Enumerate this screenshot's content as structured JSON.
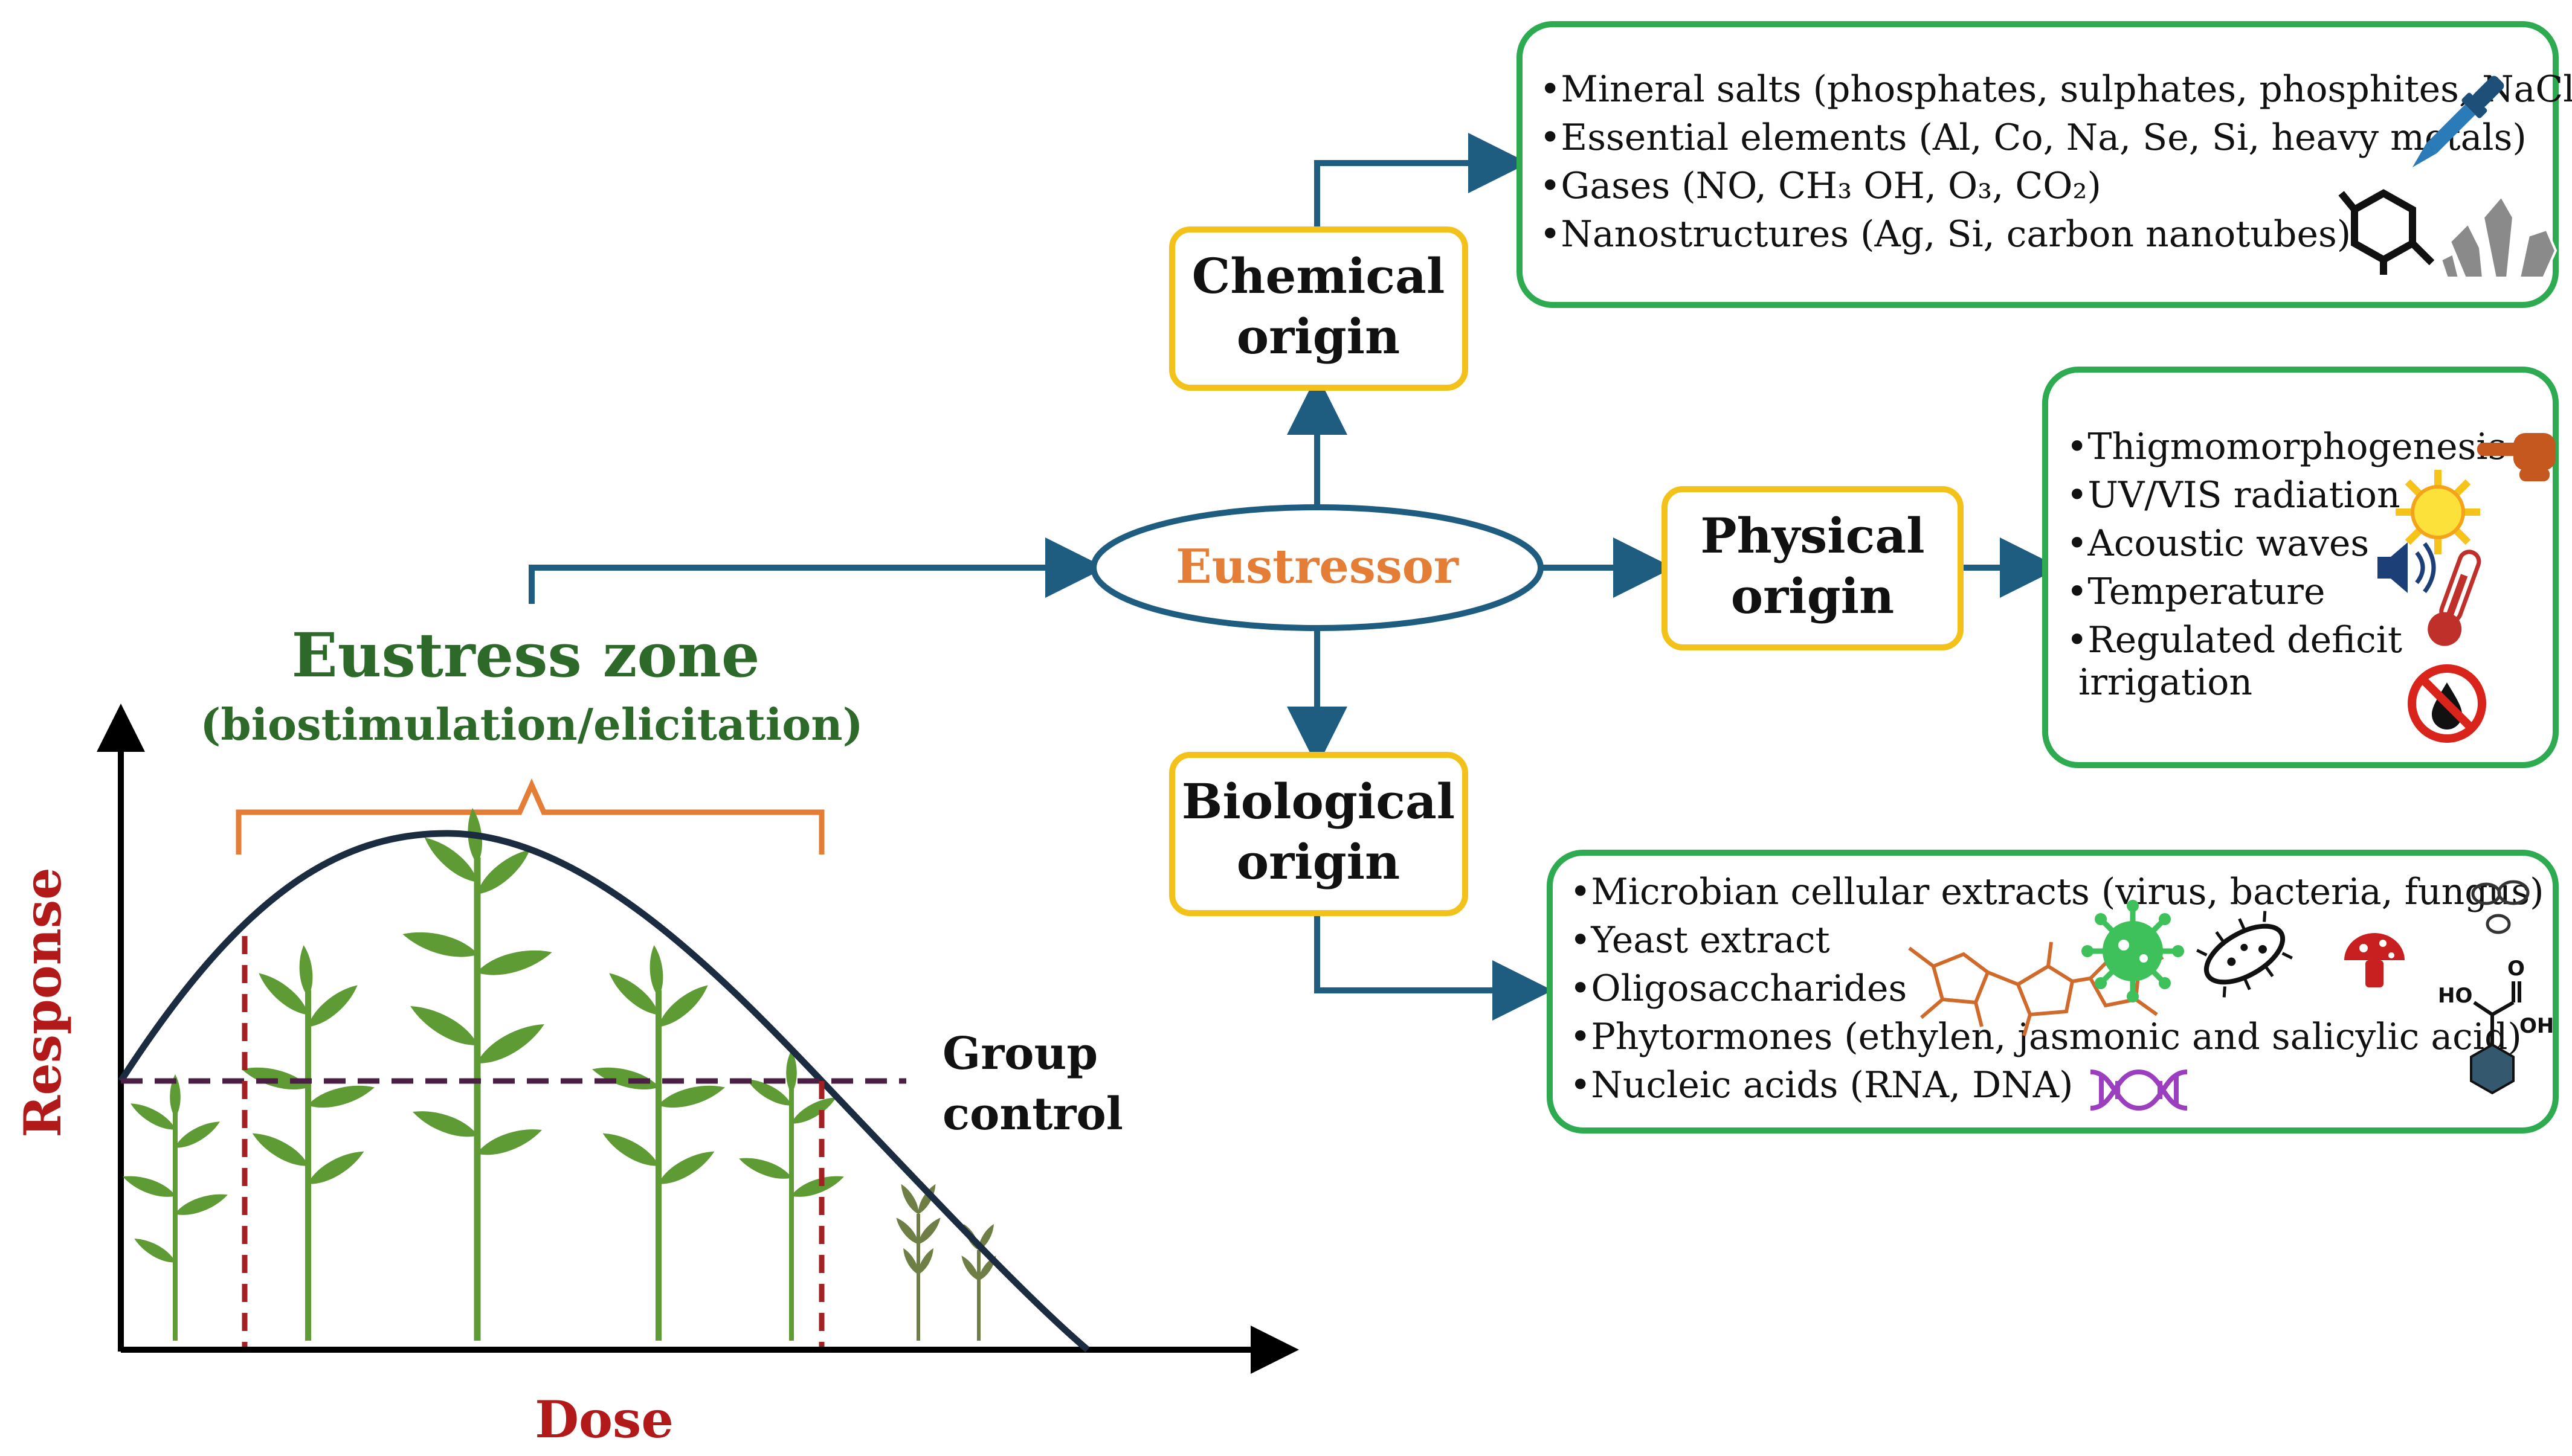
{
  "colors": {
    "arrow": "#1f5d80",
    "box_green": "#2eaa50",
    "box_yellow": "#f2c21b",
    "eustressor_text": "#e47e37",
    "eustress_zone_title": "#2d6a2a",
    "response_label": "#b21a1a",
    "dose_label": "#b21a1a",
    "bracket": "#e47e37",
    "curve": "#1b2b40",
    "control_line": "#4a1f43",
    "threshold_line": "#a31f22",
    "plant_green": "#5f9b35"
  },
  "central": {
    "label": "Eustressor"
  },
  "chemical": {
    "label_line1": "Chemical",
    "label_line2": "origin",
    "items": [
      "•Mineral salts (phosphates, sulphates, phosphites, NaCl)",
      "•Essential elements (Al, Co, Na, Se, Si, heavy metals)",
      "•Gases (NO, CH₃ OH, O₃, CO₂)",
      "•Nanostructures (Ag, Si, carbon nanotubes)"
    ],
    "icons": [
      "dropper-icon",
      "molecule-ring-icon",
      "crystal-icon"
    ]
  },
  "physical": {
    "label_line1": "Physical",
    "label_line2": "origin",
    "items": [
      "•Thigmomorphogenesis",
      "•UV/VIS radiation",
      "•Acoustic waves",
      "•Temperature",
      "•Regulated deficit",
      "irrigation"
    ],
    "icons": [
      "pointing-hand-icon",
      "sun-icon",
      "speaker-icon",
      "thermometer-icon",
      "no-water-icon"
    ]
  },
  "biological": {
    "label_line1": "Biological",
    "label_line2": "origin",
    "items": [
      "•Microbian cellular extracts (virus, bacteria, fungus)",
      "•Yeast extract",
      "•Oligosaccharides",
      "•Phytormones (ethylen, jasmonic and salicylic acid)",
      "•Nucleic acids (RNA, DNA)"
    ],
    "icons": [
      "yeast-cells-icon",
      "sugar-chain-icon",
      "virus-icon",
      "bacteria-icon",
      "mushroom-icon",
      "salicylic-acid-icon",
      "dna-icon"
    ],
    "chem_labels": {
      "ho": "HO",
      "oh": "OH",
      "o": "O"
    }
  },
  "graph": {
    "zone_title": "Eustress zone",
    "zone_subtitle": "(biostimulation/elicitation)",
    "y_label": "Response",
    "x_label": "Dose",
    "control_line1": "Group",
    "control_line2": "control"
  }
}
